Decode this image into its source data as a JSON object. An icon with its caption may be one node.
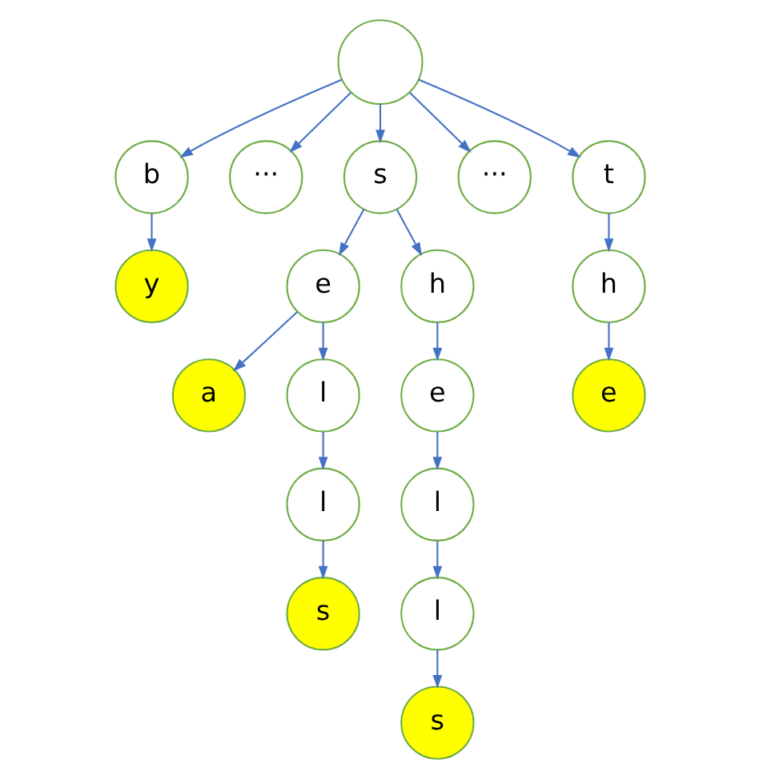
{
  "diagram": {
    "nodes": [
      {
        "text": [],
        "shape": "circle"
      },
      {
        "text": [
          "b"
        ]
      },
      {
        "text": [
          "···"
        ]
      },
      {
        "text": [
          "s"
        ]
      },
      {
        "text": [
          "···"
        ]
      },
      {
        "text": [
          "t"
        ]
      },
      {
        "text": [
          "y"
        ]
      },
      {
        "text": [
          "e"
        ]
      },
      {
        "text": [
          "h"
        ]
      },
      {
        "text": [
          "h"
        ]
      },
      {
        "text": [
          "a"
        ]
      },
      {
        "text": [
          "l"
        ]
      },
      {
        "text": [
          "e"
        ]
      },
      {
        "text": [
          "e"
        ]
      },
      {
        "text": [
          "l"
        ]
      },
      {
        "text": [
          "l"
        ]
      },
      {
        "text": [
          "s"
        ]
      },
      {
        "text": [
          "l"
        ]
      },
      {
        "text": [
          "s"
        ]
      }
    ],
    "edges": [
      {
        "from": 0,
        "to": 1,
        "arrow": "to"
      },
      {
        "from": 0,
        "to": 2,
        "arrow": "to"
      },
      {
        "from": 0,
        "to": 3,
        "arrow": "to"
      },
      {
        "from": 0,
        "to": 4,
        "arrow": "to"
      },
      {
        "from": 0,
        "to": 5,
        "arrow": "to"
      },
      {
        "from": 1,
        "to": 6,
        "arrow": "to"
      },
      {
        "from": 3,
        "to": 7,
        "arrow": "to"
      },
      {
        "from": 3,
        "to": 8,
        "arrow": "to"
      },
      {
        "from": 5,
        "to": 9,
        "arrow": "to"
      },
      {
        "from": 7,
        "to": 10,
        "arrow": "to"
      },
      {
        "from": 7,
        "to": 11,
        "arrow": "to"
      },
      {
        "from": 8,
        "to": 12,
        "arrow": "to"
      },
      {
        "from": 9,
        "to": 13,
        "arrow": "to"
      },
      {
        "from": 11,
        "to": 14,
        "arrow": "to"
      },
      {
        "from": 12,
        "to": 15,
        "arrow": "to"
      },
      {
        "from": 14,
        "to": 16,
        "arrow": "to"
      },
      {
        "from": 15,
        "to": 17,
        "arrow": "to"
      },
      {
        "from": 17,
        "to": 18,
        "arrow": "to"
      }
    ]
  }
}
